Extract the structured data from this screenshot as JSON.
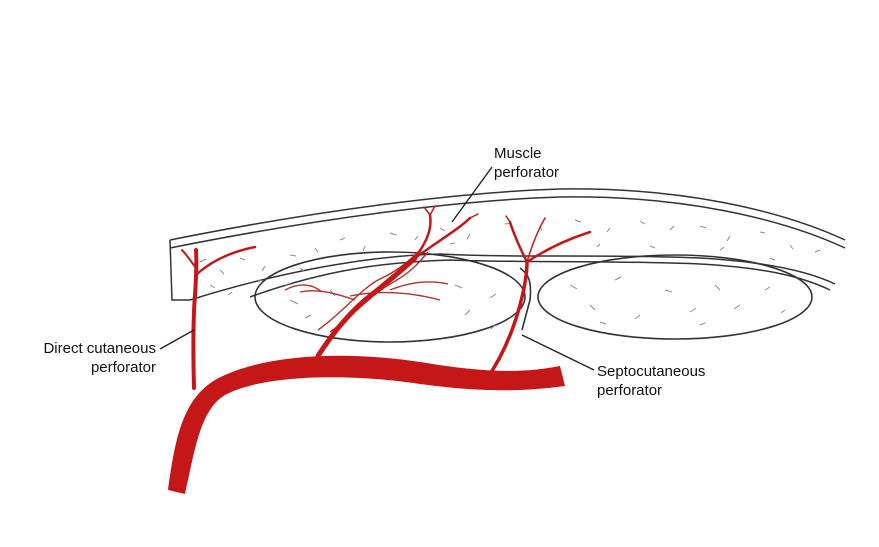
{
  "labels": {
    "muscle_perforator": [
      "Muscle",
      "perforator"
    ],
    "direct_cutaneous_perforator": [
      "Direct cutaneous",
      "perforator"
    ],
    "septocutaneous_perforator": [
      "Septocutaneous",
      "perforator"
    ]
  },
  "colors": {
    "vessel": "#c51718",
    "vessel_thin": "#b3302a",
    "outline": "#333333",
    "texture": "#888888"
  }
}
